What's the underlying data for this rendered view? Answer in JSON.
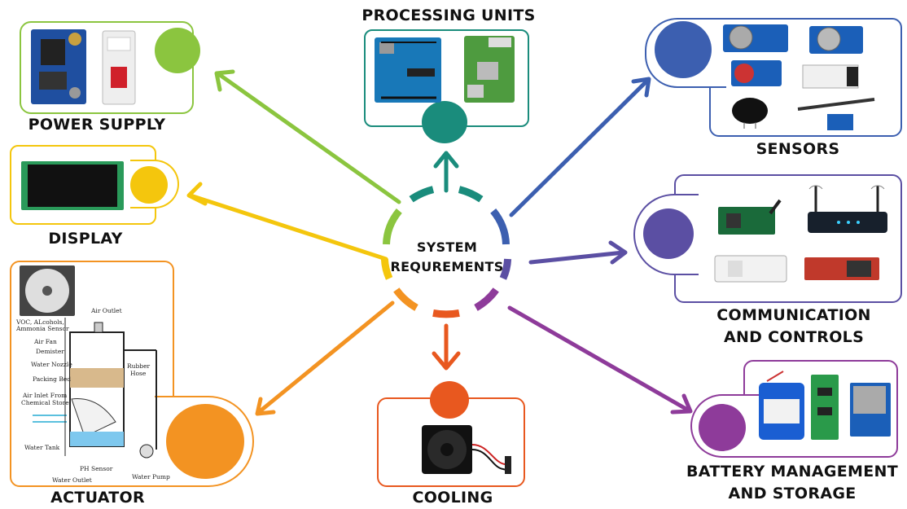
{
  "center": {
    "line1": "SYSTEM",
    "line2": "REQUREMENTS"
  },
  "nodes": {
    "power_supply": {
      "label": "POWER SUPPLY",
      "color": "#8bc53f"
    },
    "processing_units": {
      "label": "PROCESSING UNITS",
      "color": "#1a8c7c"
    },
    "sensors": {
      "label": "SENSORS",
      "color": "#3c5fb0"
    },
    "display": {
      "label": "DISPLAY",
      "color": "#f4c60d"
    },
    "communication": {
      "label_line1": "COMMUNICATION",
      "label_line2": "AND CONTROLS",
      "color": "#5b4fa3"
    },
    "actuator": {
      "label": "ACTUATOR",
      "color": "#f39322"
    },
    "cooling": {
      "label": "COOLING",
      "color": "#e8581f"
    },
    "battery": {
      "label_line1": "BATTERY MANAGEMENT",
      "label_line2": "AND STORAGE",
      "color": "#8e3b9a"
    }
  },
  "actuator_diagram": {
    "air_outlet": "Air Outlet",
    "voc_sensor_line1": "VOC, ALcohols,",
    "voc_sensor_line2": "Ammonia Sensor",
    "air_fan": "Air Fan",
    "demister": "Demister",
    "water_nozzle": "Water Nozzle",
    "rubber_hose_line1": "Rubber",
    "rubber_hose_line2": "Hose",
    "packing_bed": "Packing Bed",
    "air_inlet_line1": "Air Inlet From",
    "air_inlet_line2": "Chemical Store",
    "water_tank": "Water Tank",
    "ph_sensor": "PH Sensor",
    "water_pump": "Water Pump",
    "water_outlet": "Water Outlet"
  }
}
